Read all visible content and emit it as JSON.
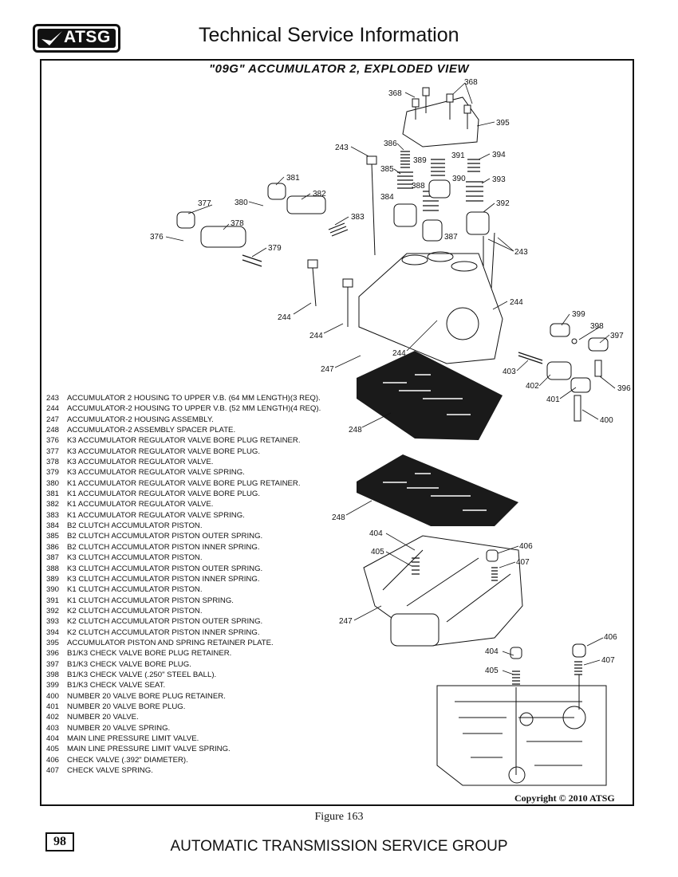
{
  "header": {
    "logo_text": "ATSG",
    "title": "Technical Service Information"
  },
  "figure": {
    "title": "\"09G\" ACCUMULATOR 2, EXPLODED VIEW",
    "caption": "Figure 163",
    "copyright": "Copyright © 2010 ATSG"
  },
  "legend": [
    {
      "num": "243",
      "text": "ACCUMULATOR 2 HOUSING TO UPPER V.B. (64 MM LENGTH)(3 REQ)."
    },
    {
      "num": "244",
      "text": "ACCUMULATOR-2 HOUSING TO UPPER V.B. (52 MM LENGTH)(4 REQ)."
    },
    {
      "num": "247",
      "text": "ACCUMULATOR-2 HOUSING ASSEMBLY."
    },
    {
      "num": "248",
      "text": "ACCUMULATOR-2 ASSEMBLY SPACER PLATE."
    },
    {
      "num": "376",
      "text": "K3 ACCUMULATOR REGULATOR VALVE BORE PLUG RETAINER."
    },
    {
      "num": "377",
      "text": "K3 ACCUMULATOR REGULATOR VALVE BORE PLUG."
    },
    {
      "num": "378",
      "text": "K3 ACCUMULATOR REGULATOR VALVE."
    },
    {
      "num": "379",
      "text": "K3 ACCUMULATOR REGULATOR VALVE SPRING."
    },
    {
      "num": "380",
      "text": "K1 ACCUMULATOR REGULATOR VALVE BORE PLUG RETAINER."
    },
    {
      "num": "381",
      "text": "K1 ACCUMULATOR REGULATOR VALVE BORE PLUG."
    },
    {
      "num": "382",
      "text": "K1 ACCUMULATOR REGULATOR VALVE."
    },
    {
      "num": "383",
      "text": "K1 ACCUMULATOR REGULATOR VALVE SPRING."
    },
    {
      "num": "384",
      "text": "B2 CLUTCH ACCUMULATOR PISTON."
    },
    {
      "num": "385",
      "text": "B2 CLUTCH ACCUMULATOR PISTON OUTER SPRING."
    },
    {
      "num": "386",
      "text": "B2 CLUTCH ACCUMULATOR PISTON INNER SPRING."
    },
    {
      "num": "387",
      "text": "K3 CLUTCH ACCUMULATOR PISTON."
    },
    {
      "num": "388",
      "text": "K3 CLUTCH ACCUMULATOR PISTON OUTER SPRING."
    },
    {
      "num": "389",
      "text": "K3 CLUTCH ACCUMULATOR PISTON INNER SPRING."
    },
    {
      "num": "390",
      "text": "K1 CLUTCH ACCUMULATOR PISTON."
    },
    {
      "num": "391",
      "text": "K1 CLUTCH ACCUMULATOR PISTON SPRING."
    },
    {
      "num": "392",
      "text": "K2 CLUTCH ACCUMULATOR PISTON."
    },
    {
      "num": "393",
      "text": "K2 CLUTCH ACCUMULATOR PISTON OUTER SPRING."
    },
    {
      "num": "394",
      "text": "K2 CLUTCH ACCUMULATOR PISTON INNER SPRING."
    },
    {
      "num": "395",
      "text": "ACCUMULATOR PISTON AND SPRING RETAINER PLATE."
    },
    {
      "num": "396",
      "text": "B1/K3 CHECK VALVE BORE PLUG RETAINER."
    },
    {
      "num": "397",
      "text": "B1/K3 CHECK VALVE BORE PLUG."
    },
    {
      "num": "398",
      "text": "B1/K3 CHECK VALVE  (.250\" STEEL BALL)."
    },
    {
      "num": "399",
      "text": "B1/K3 CHECK VALVE SEAT."
    },
    {
      "num": "400",
      "text": "NUMBER 20 VALVE BORE PLUG RETAINER."
    },
    {
      "num": "401",
      "text": "NUMBER 20 VALVE BORE PLUG."
    },
    {
      "num": "402",
      "text": "NUMBER 20 VALVE."
    },
    {
      "num": "403",
      "text": "NUMBER 20 VALVE SPRING."
    },
    {
      "num": "404",
      "text": "MAIN LINE PRESSURE LIMIT VALVE."
    },
    {
      "num": "405",
      "text": "MAIN LINE PRESSURE LIMIT VALVE SPRING."
    },
    {
      "num": "406",
      "text": "CHECK VALVE  (.392\" DIAMETER)."
    },
    {
      "num": "407",
      "text": "CHECK VALVE SPRING."
    }
  ],
  "callouts": {
    "c368a": "368",
    "c368b": "368",
    "c395": "395",
    "c243a": "243",
    "c386": "386",
    "c385": "385",
    "c389": "389",
    "c391": "391",
    "c394": "394",
    "c390": "390",
    "c393": "393",
    "c381": "381",
    "c382": "382",
    "c380": "380",
    "c377": "377",
    "c384": "384",
    "c388": "388",
    "c392": "392",
    "c378": "378",
    "c383": "383",
    "c376": "376",
    "c387": "387",
    "c379": "379",
    "c243b": "243",
    "c244a": "244",
    "c244b": "244",
    "c244c": "244",
    "c244d": "244",
    "c399": "399",
    "c398": "398",
    "c397": "397",
    "c247a": "247",
    "c403": "403",
    "c396": "396",
    "c402": "402",
    "c401": "401",
    "c400": "400",
    "c248a": "248",
    "c248b": "248",
    "c404a": "404",
    "c406a": "406",
    "c405a": "405",
    "c407a": "407",
    "c247b": "247",
    "c406b": "406",
    "c404b": "404",
    "c407b": "407",
    "c405b": "405"
  },
  "footer": {
    "page_number": "98",
    "company": "AUTOMATIC TRANSMISSION SERVICE GROUP"
  }
}
